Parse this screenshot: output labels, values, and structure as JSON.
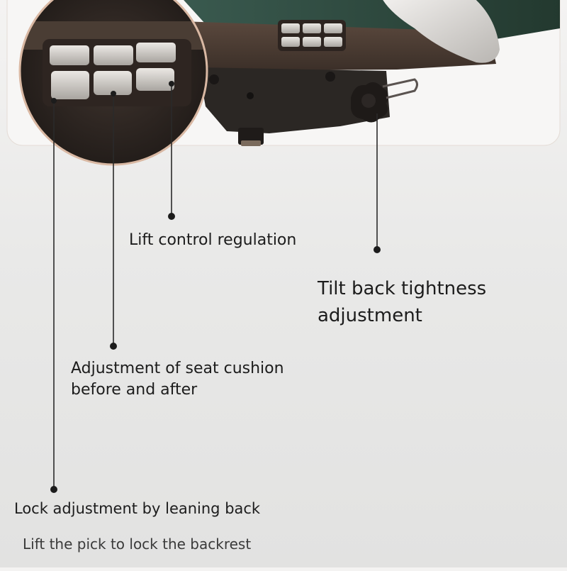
{
  "annotations": {
    "lift_control": "Lift control regulation",
    "tilt_back_line1": "Tilt back tightness",
    "tilt_back_line2": "adjustment",
    "seat_cushion_line1": "Adjustment of seat cushion",
    "seat_cushion_line2": "before and after",
    "lock_adjustment": "Lock adjustment by leaning back",
    "lock_hint": "Lift the pick to lock the backrest"
  },
  "colors": {
    "seat_green": "#2f4a40",
    "mechanism_dark": "#2a2624",
    "panel_brown": "#4a3b32",
    "button_silver": "#d6d3cf",
    "zoom_ring": "#d9b8a3",
    "leader_line": "#2a2a2a"
  }
}
